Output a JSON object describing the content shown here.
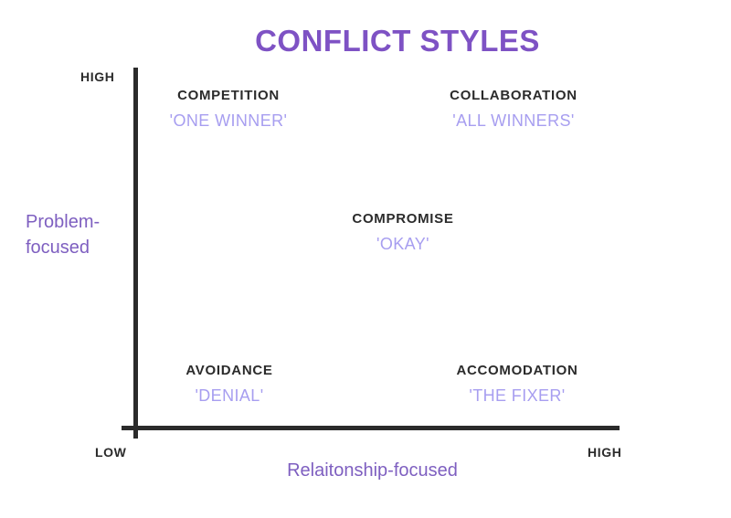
{
  "chart_data": {
    "type": "scatter",
    "title": "CONFLICT STYLES",
    "xlabel": "Relaitonship-focused",
    "ylabel": "Problem-focused",
    "x_tick_labels": [
      "LOW",
      "HIGH"
    ],
    "y_tick_labels": [
      "HIGH"
    ],
    "grid": false,
    "legend": "none",
    "axis_color": "#2b2b2b",
    "title_color": "#7e52c4",
    "axis_label_color": "#7e5fc0",
    "heading_color": "#2b2b2b",
    "subtitle_color": "#a79ef0",
    "background_color": "#ffffff",
    "points": [
      {
        "label": "COMPETITION",
        "annotation": "'ONE WINNER'",
        "x": "low",
        "y": "high",
        "quadrant": "top-left"
      },
      {
        "label": "COLLABORATION",
        "annotation": "'ALL WINNERS'",
        "x": "high",
        "y": "high",
        "quadrant": "top-right"
      },
      {
        "label": "COMPROMISE",
        "annotation": "'OKAY'",
        "x": "medium",
        "y": "medium",
        "quadrant": "center"
      },
      {
        "label": "AVOIDANCE",
        "annotation": "'DENIAL'",
        "x": "low",
        "y": "low",
        "quadrant": "bottom-left"
      },
      {
        "label": "ACCOMODATION",
        "annotation": "'THE FIXER'",
        "x": "high",
        "y": "low",
        "quadrant": "bottom-right"
      }
    ]
  },
  "title": "CONFLICT STYLES",
  "axes": {
    "y_title_line1": "Problem-",
    "y_title_line2": "focused",
    "x_title": "Relaitonship-focused",
    "y_high": "HIGH",
    "x_low": "LOW",
    "x_high": "HIGH"
  },
  "quadrants": {
    "competition": {
      "heading": "COMPETITION",
      "subtitle": "'ONE WINNER'"
    },
    "collaboration": {
      "heading": "COLLABORATION",
      "subtitle": "'ALL WINNERS'"
    },
    "compromise": {
      "heading": "COMPROMISE",
      "subtitle": "'OKAY'"
    },
    "avoidance": {
      "heading": "AVOIDANCE",
      "subtitle": "'DENIAL'"
    },
    "accomodation": {
      "heading": "ACCOMODATION",
      "subtitle": "'THE FIXER'"
    }
  }
}
